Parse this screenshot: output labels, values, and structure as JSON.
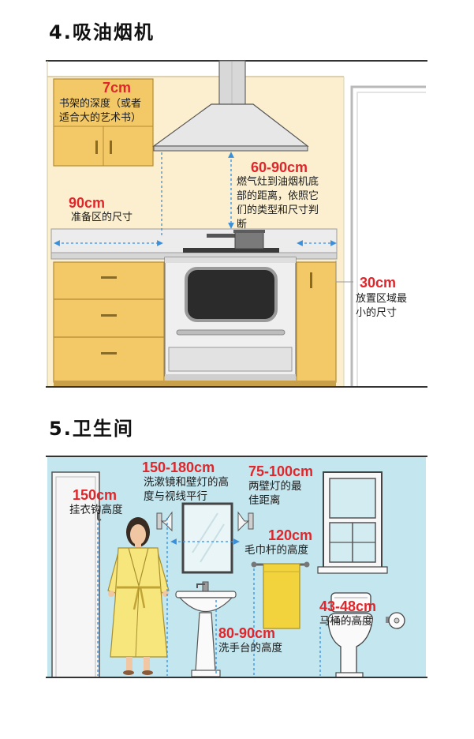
{
  "colors": {
    "label_red": "#e0262b",
    "kitchen_wall": "#fbefcf",
    "cabinet": "#f3c867",
    "bathroom_wall": "#c4e6ee",
    "robe": "#f6e67c",
    "towel": "#f2d33e",
    "dimension_line": "#3b8fd9"
  },
  "kitchen": {
    "title": "4.吸油烟机",
    "shelf": {
      "value": "7cm",
      "line1": "书架的深度（或者",
      "line2": "适合大的艺术书）"
    },
    "hood_height": {
      "value": "60-90cm",
      "line1": "燃气灶到油烟机底",
      "line2": "部的距离，依照它",
      "line3": "们的类型和尺寸判",
      "line4": "断"
    },
    "prep_area": {
      "value": "90cm",
      "line1": "准备区的尺寸"
    },
    "landing_area": {
      "value": "30cm",
      "line1": "放置区域最",
      "line2": "小的尺寸"
    }
  },
  "bathroom": {
    "title": "5.卫生间",
    "mirror_height": {
      "value": "150-180cm",
      "line1": "洗漱镜和壁灯的高",
      "line2": "度与视线平行"
    },
    "lamp_distance": {
      "value": "75-100cm",
      "line1": "两壁灯的最",
      "line2": "佳距离"
    },
    "hook_height": {
      "value": "150cm",
      "line1": "挂衣钩高度"
    },
    "towel_bar_height": {
      "value": "120cm",
      "line1": "毛巾杆的高度"
    },
    "toilet_height": {
      "value": "43-48cm",
      "line1": "马桶的高度"
    },
    "sink_height": {
      "value": "80-90cm",
      "line1": "洗手台的高度"
    }
  }
}
